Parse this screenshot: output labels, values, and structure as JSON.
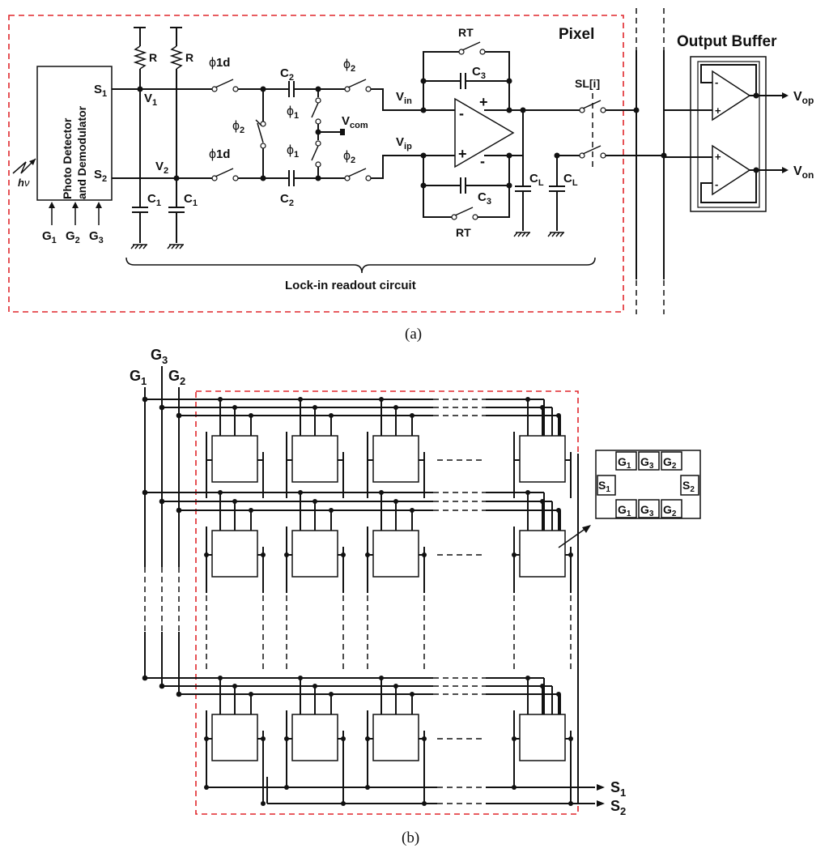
{
  "panel_a": {
    "caption": "(a)",
    "pixel_label": "Pixel",
    "output_buffer_label": "Output Buffer",
    "lockin_label": "Lock-in readout circuit",
    "photodetector": {
      "line1": "Photo Detector",
      "line2": "and Demodulator"
    },
    "ports": {
      "s1": "S",
      "s1_sub": "1",
      "s2": "S",
      "s2_sub": "2"
    },
    "light": {
      "h": "h",
      "nu": "ν"
    },
    "gates": [
      {
        "name": "G",
        "sub": "1"
      },
      {
        "name": "G",
        "sub": "2"
      },
      {
        "name": "G",
        "sub": "3"
      }
    ],
    "resistor": "R",
    "cap_c1": {
      "name": "C",
      "sub": "1"
    },
    "cap_c2": {
      "name": "C",
      "sub": "2"
    },
    "cap_c3": {
      "name": "C",
      "sub": "3"
    },
    "cap_cl": {
      "name": "C",
      "sub": "L"
    },
    "v1": {
      "name": "V",
      "sub": "1"
    },
    "v2": {
      "name": "V",
      "sub": "2"
    },
    "phi1d": {
      "phi": "ϕ",
      "sub": "1d"
    },
    "phi1": {
      "phi": "ϕ",
      "sub": "1"
    },
    "phi2": {
      "phi": "ϕ",
      "sub": "2"
    },
    "vcom": {
      "name": "V",
      "sub": "com"
    },
    "vin": {
      "name": "V",
      "sub": "in"
    },
    "vip": {
      "name": "V",
      "sub": "ip"
    },
    "rt": "RT",
    "sl": "SL[i]",
    "vop": {
      "name": "V",
      "sub": "op"
    },
    "von": {
      "name": "V",
      "sub": "on"
    },
    "plus": "+",
    "minus": "-"
  },
  "panel_b": {
    "caption": "(b)",
    "g1": {
      "name": "G",
      "sub": "1"
    },
    "g2": {
      "name": "G",
      "sub": "2"
    },
    "g3": {
      "name": "G",
      "sub": "3"
    },
    "s1": {
      "name": "S",
      "sub": "1"
    },
    "s2": {
      "name": "S",
      "sub": "2"
    },
    "detail": {
      "top_pads": [
        {
          "name": "G",
          "sub": "1"
        },
        {
          "name": "G",
          "sub": "3"
        },
        {
          "name": "G",
          "sub": "2"
        }
      ],
      "bottom_pads": [
        {
          "name": "G",
          "sub": "1"
        },
        {
          "name": "G",
          "sub": "3"
        },
        {
          "name": "G",
          "sub": "2"
        }
      ],
      "left": {
        "name": "S",
        "sub": "1"
      },
      "right": {
        "name": "S",
        "sub": "2"
      }
    }
  }
}
